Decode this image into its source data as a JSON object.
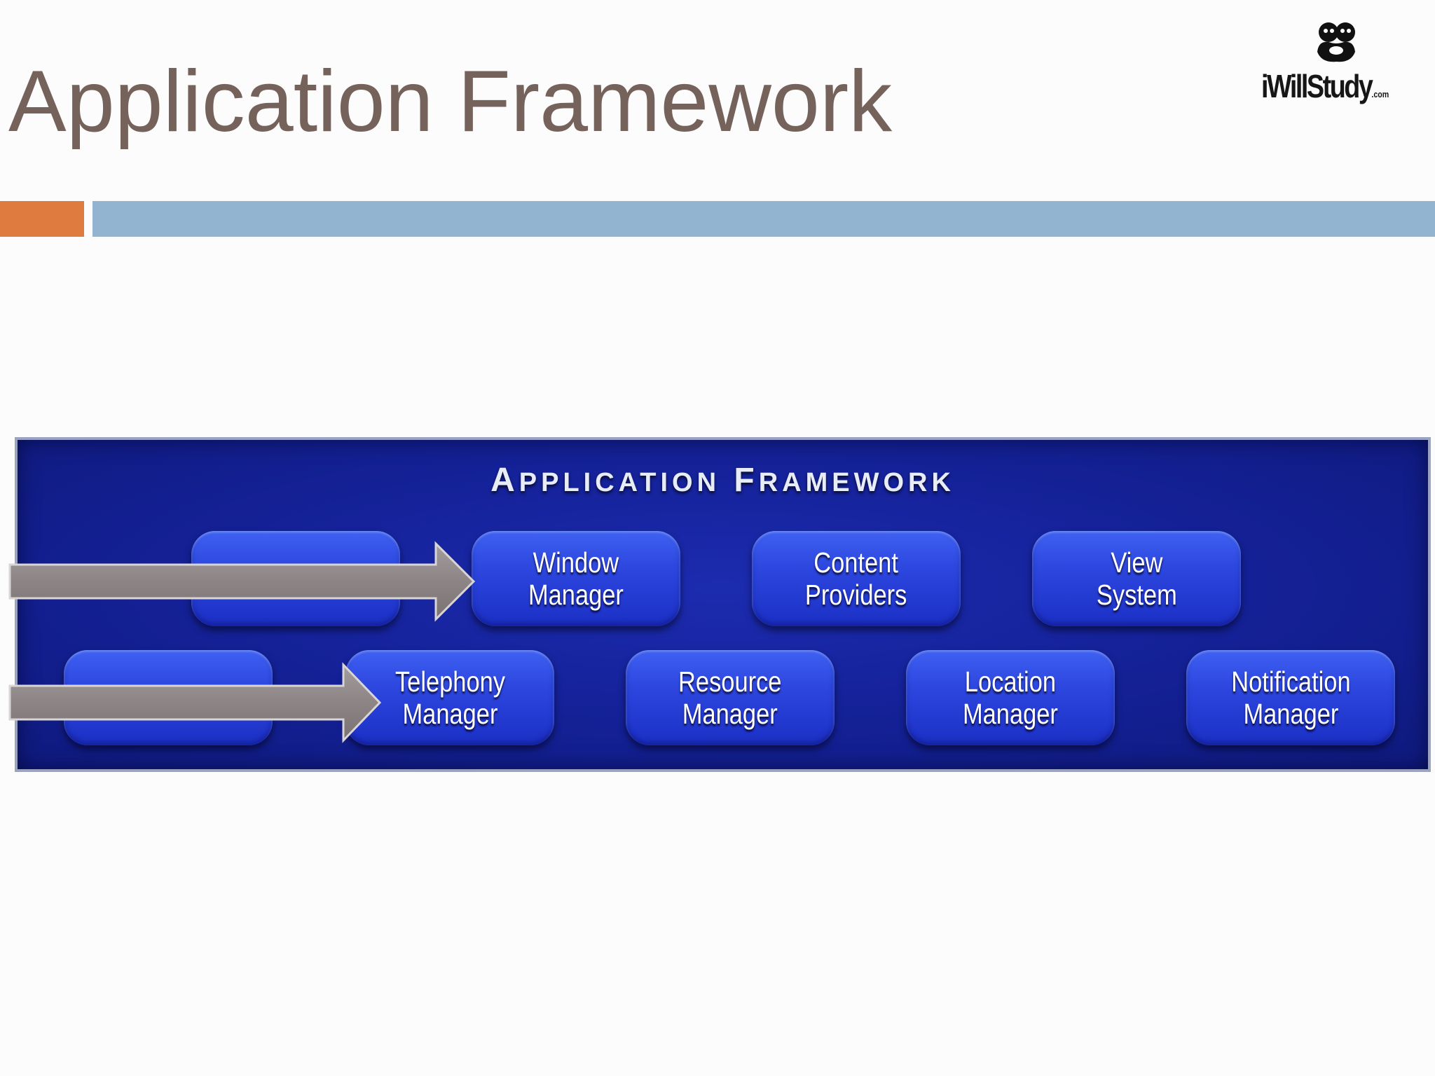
{
  "slide": {
    "title": "Application Framework"
  },
  "logo": {
    "text": "iWillStudy",
    "tld": ".com"
  },
  "diagram": {
    "title_initial_1": "A",
    "title_rest_1": "PPLICATION",
    "title_initial_2": "F",
    "title_rest_2": "RAMEWORK",
    "row1": [
      {
        "label": ""
      },
      {
        "label": "Window\nManager"
      },
      {
        "label": "Content\nProviders"
      },
      {
        "label": "View\nSystem"
      }
    ],
    "row2": [
      {
        "label": ""
      },
      {
        "label": "Telephony\nManager"
      },
      {
        "label": "Resource\nManager"
      },
      {
        "label": "Location\nManager"
      },
      {
        "label": "Notification\nManager"
      }
    ]
  },
  "colors": {
    "title": "#74625b",
    "accent_orange": "#e07b3f",
    "accent_blue": "#93b4d0",
    "panel_blue": "#15229a",
    "module_blue": "#2d47df",
    "arrow_gray": "#8e8686"
  }
}
